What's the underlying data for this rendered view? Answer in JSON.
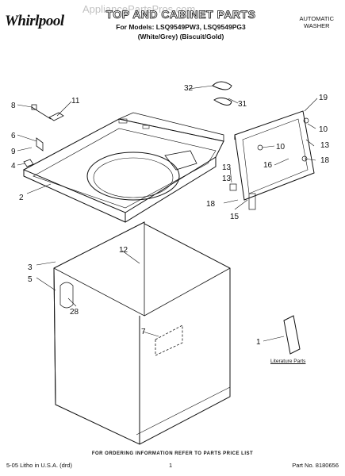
{
  "brand": "Whirlpool",
  "watermark": "AppliancePartsPros.com",
  "title": "TOP AND CABINET PARTS",
  "models_line": "For Models: LSQ9549PW3, LSQ9549PG3",
  "colors_line": "(White/Grey)   (Biscuit/Gold)",
  "appliance_type": [
    "AUTOMATIC",
    "WASHER"
  ],
  "literature_label": "Literature Parts",
  "callouts": [
    "1",
    "2",
    "3",
    "4",
    "5",
    "6",
    "7",
    "8",
    "9",
    "10",
    "10",
    "11",
    "12",
    "13",
    "13",
    "13",
    "15",
    "16",
    "18",
    "18",
    "19",
    "28",
    "31",
    "32"
  ],
  "footer": {
    "note": "FOR ORDERING INFORMATION REFER TO PARTS PRICE LIST",
    "left": "5-05 Litho in U.S.A. (drd)",
    "page_number": "1",
    "part_no": "Part No. 8180656"
  }
}
